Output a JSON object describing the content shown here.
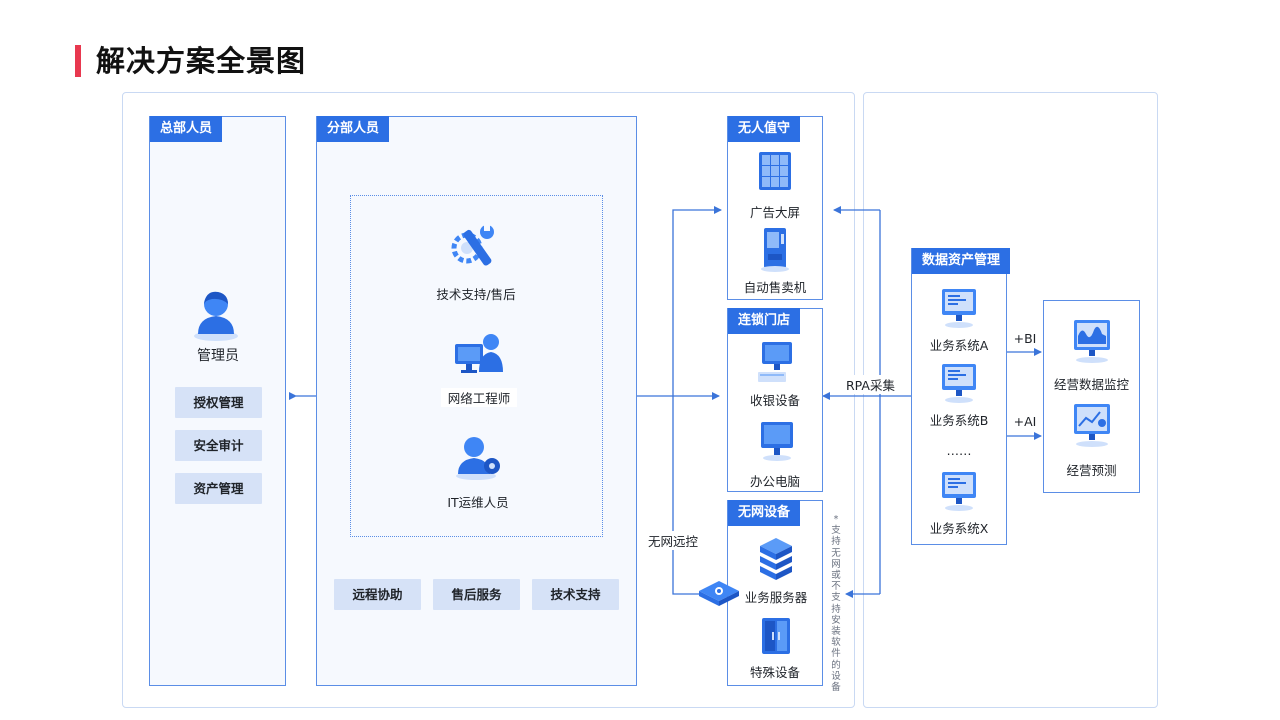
{
  "title": "解决方案全景图",
  "hq": {
    "tag": "总部人员",
    "role": "管理员",
    "buttons": [
      "授权管理",
      "安全审计",
      "资产管理"
    ]
  },
  "branch": {
    "tag": "分部人员",
    "roles": [
      "技术支持/售后",
      "网络工程师",
      "IT运维人员"
    ],
    "buttons": [
      "远程协助",
      "售后服务",
      "技术支持"
    ]
  },
  "unattended": {
    "tag": "无人值守",
    "items": [
      "广告大屏",
      "自动售卖机"
    ]
  },
  "chain": {
    "tag": "连锁门店",
    "items": [
      "收银设备",
      "办公电脑"
    ]
  },
  "offline": {
    "tag": "无网设备",
    "items": [
      "业务服务器",
      "特殊设备"
    ]
  },
  "offline_link_label": "无网远控",
  "offline_note": "*支持无网或不支持安装软件的设备",
  "rpa_label": "RPA采集",
  "data_asset": {
    "tag": "数据资产管理",
    "systems": [
      "业务系统A",
      "业务系统B",
      "……",
      "业务系统X"
    ]
  },
  "bi_label": "+BI",
  "ai_label": "+AI",
  "outputs": [
    "经营数据监控",
    "经营预测"
  ],
  "colors": {
    "accent": "#2c6fe4",
    "title_bar": "#e8384f",
    "line": "#3b74d9",
    "button_bg": "#d6e2f7"
  }
}
